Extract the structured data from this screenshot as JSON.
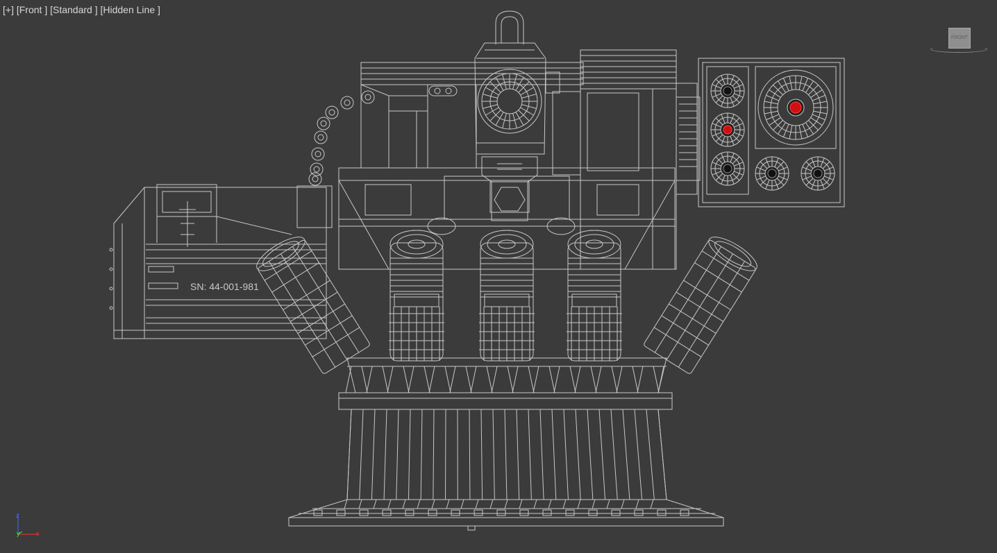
{
  "viewport": {
    "label_plus": "[+]",
    "label_view": "[Front ]",
    "label_shading_preset": "[Standard ]",
    "label_shading_mode": "[Hidden Line ]",
    "background_color": "#3b3b3b",
    "wire_color": "#c8c8c8"
  },
  "viewcube": {
    "face_label": "FRONT"
  },
  "model": {
    "serial_text": "SN: 44-001-981",
    "accent_color": "#d01010"
  },
  "axis_gizmo": {
    "z_label": "z",
    "y_label": "y",
    "x_label": "x"
  }
}
